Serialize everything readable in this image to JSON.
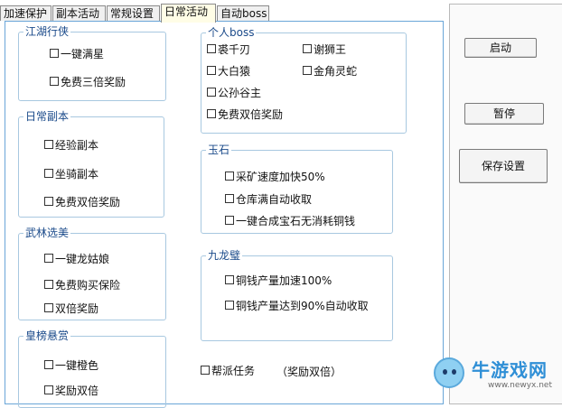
{
  "tabs": [
    "加速保护",
    "副本活动",
    "常规设置",
    "日常活动",
    "自动boss"
  ],
  "active_tab": "日常活动",
  "buttons": {
    "start": "启动",
    "pause": "暂停",
    "save": "保存设置"
  },
  "groups": {
    "jianghu": {
      "title": "江湖行侠",
      "items": [
        "一键满星",
        "免费三倍奖励"
      ]
    },
    "daily_dungeon": {
      "title": "日常副本",
      "items": [
        "经验副本",
        "坐骑副本",
        "免费双倍奖励"
      ]
    },
    "wulin": {
      "title": "武林选美",
      "items": [
        "一键龙姑娘",
        "免费购买保险",
        "双倍奖励"
      ]
    },
    "huangbang": {
      "title": "皇榜悬赏",
      "items": [
        "一键橙色",
        "奖励双倍"
      ]
    },
    "personal_boss": {
      "title": "个人boss",
      "items": [
        "裘千刃",
        "谢狮王",
        "大白猿",
        "金角灵蛇",
        "公孙谷主",
        "免费双倍奖励"
      ]
    },
    "jade": {
      "title": "玉石",
      "items": [
        "采矿速度加快50%",
        "仓库满自动收取",
        "一键合成宝石无消耗铜钱"
      ]
    },
    "jiulongbi": {
      "title": "九龙璧",
      "items": [
        "铜钱产量加速100%",
        "铜钱产量达到90%自动收取"
      ]
    }
  },
  "guild_task": {
    "label": "帮派任务",
    "note": "（奖励双倍）"
  },
  "watermark": {
    "text": "牛游戏网",
    "url": "www.newyx.net"
  }
}
